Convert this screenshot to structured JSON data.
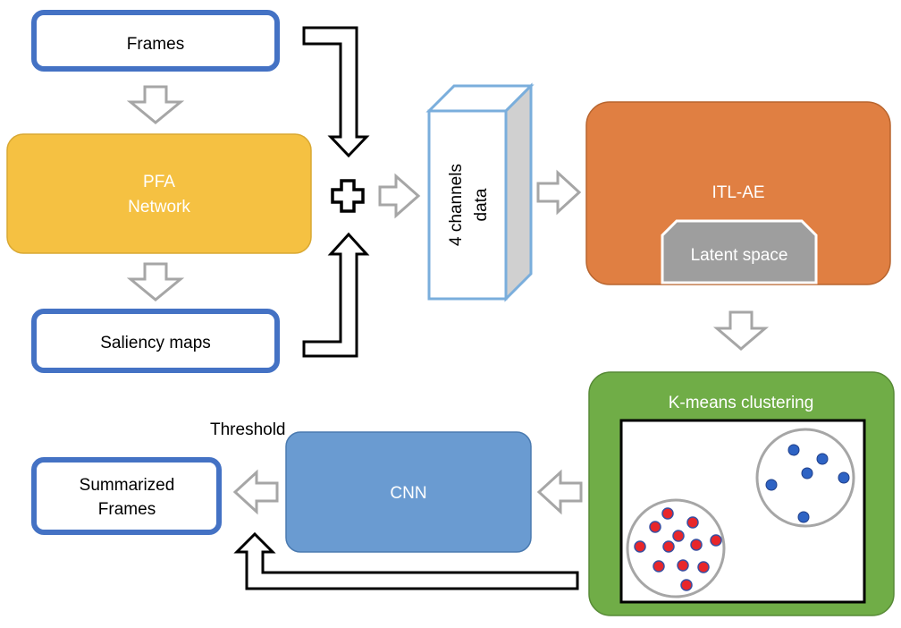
{
  "nodes": {
    "frames": "Frames",
    "pfa_line1": "PFA",
    "pfa_line2": "Network",
    "saliency": "Saliency maps",
    "data_line1": "4 channels",
    "data_line2": "data",
    "itl_ae": "ITL-AE",
    "latent": "Latent space",
    "kmeans": "K-means clustering",
    "cnn": "CNN",
    "threshold": "Threshold",
    "summarized_line1": "Summarized",
    "summarized_line2": "Frames"
  },
  "colors": {
    "blue_border": "#4472C4",
    "pfa_fill": "#F5C142",
    "itl_fill": "#E07F42",
    "latent_fill": "#9E9E9E",
    "kmeans_fill": "#70AD47",
    "cnn_fill": "#6A9BD1",
    "cube_edge": "#7AAEDC",
    "arrow_gray": "#A6A6A6",
    "red_dot": "#E8262A",
    "blue_dot": "#2E63C4"
  }
}
